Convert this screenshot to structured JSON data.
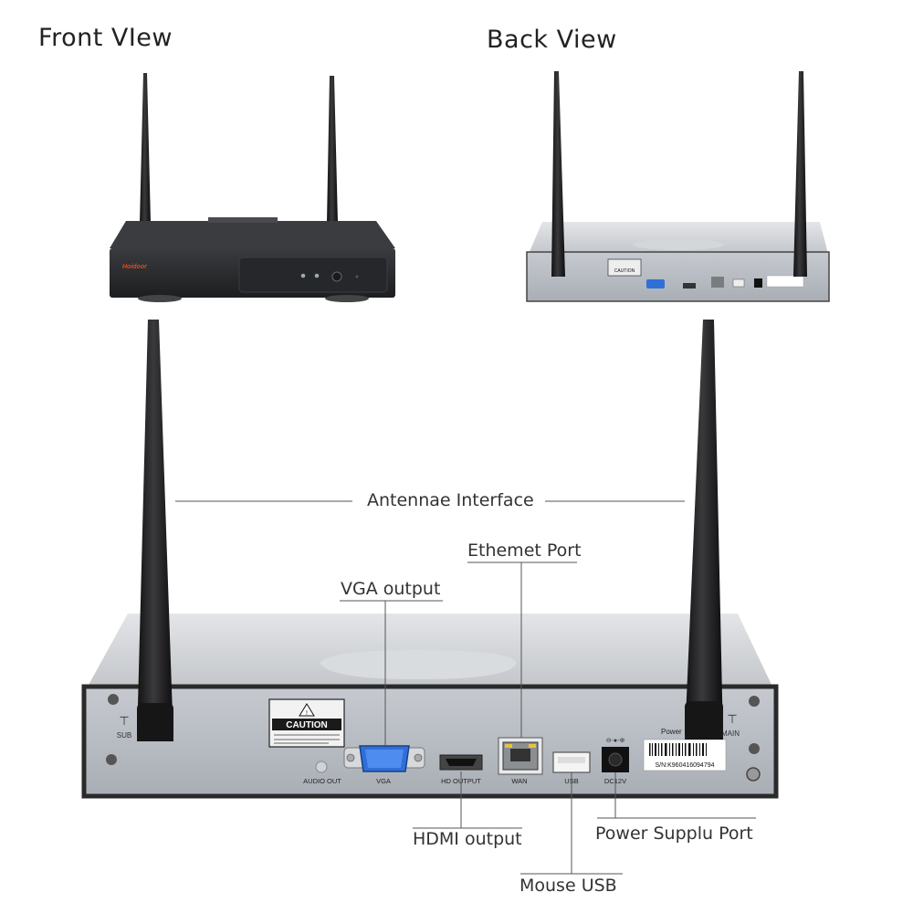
{
  "titles": {
    "front": "Front VIew",
    "back": "Back View"
  },
  "labels": {
    "antennae": "Antennae Interface",
    "ethernet": "Ethemet Port",
    "vga": "VGA output",
    "hdmi": "HDMI output",
    "power": "Power Supplu Port",
    "usb": "Mouse USB"
  },
  "device": {
    "brand": "Hoidoor",
    "caution": "CAUTION",
    "ports": {
      "audio_out": "AUDIO OUT",
      "vga": "VGA",
      "hd_output": "HD OUTPUT",
      "wan": "WAN",
      "usb": "USB",
      "dc": "DC12V",
      "power": "Power",
      "sub": "SUB",
      "main": "MAIN"
    },
    "serial": "S/N:K960416094794"
  },
  "colors": {
    "front_body": "#2a2b2e",
    "back_panel": "#b9bec5",
    "top_cover": "#cfd2d6",
    "antenna": "#1c1c1e",
    "leader_line": "#555555",
    "brand": "#e04a1a",
    "vga_port": "#2f6fd8"
  }
}
